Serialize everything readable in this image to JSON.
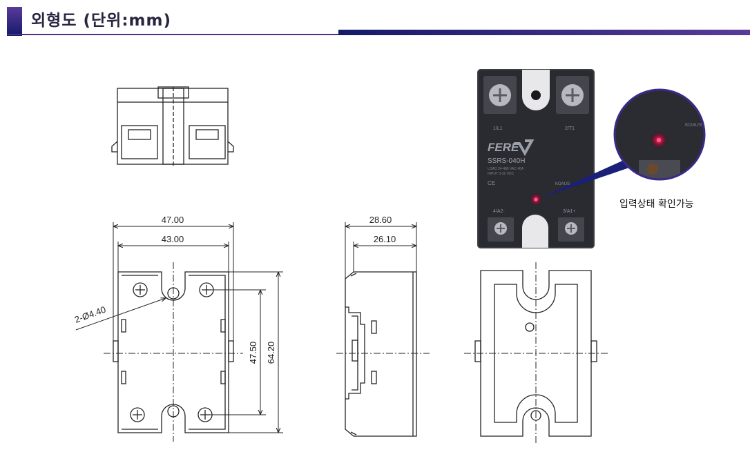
{
  "header": {
    "title": "외형도 (단위:mm)",
    "accent_color": "#4a2f86",
    "gradient_start": "#5a3a9a",
    "gradient_end": "#141a6a"
  },
  "dimensions": {
    "front_width_outer": "47.00",
    "front_width_inner": "43.00",
    "hole_label": "2-Ø4.40",
    "height_inner": "47.50",
    "height_outer": "64.20",
    "side_width_outer": "28.60",
    "side_width_inner": "26.10"
  },
  "photo": {
    "brand": "FERE",
    "model": "SSRS-040H",
    "spec_line1": "LOAD 24-480 VAC 40A",
    "spec_line2": "INPUT 3-32 VDC",
    "ce_mark": "CE",
    "terminal_1": "1/L1",
    "terminal_2": "2/T1",
    "terminal_3": "4/A2-",
    "terminal_4": "3/A1+",
    "maker_mark": "KOAUS",
    "callout_label": "입력상태 확인가능"
  }
}
